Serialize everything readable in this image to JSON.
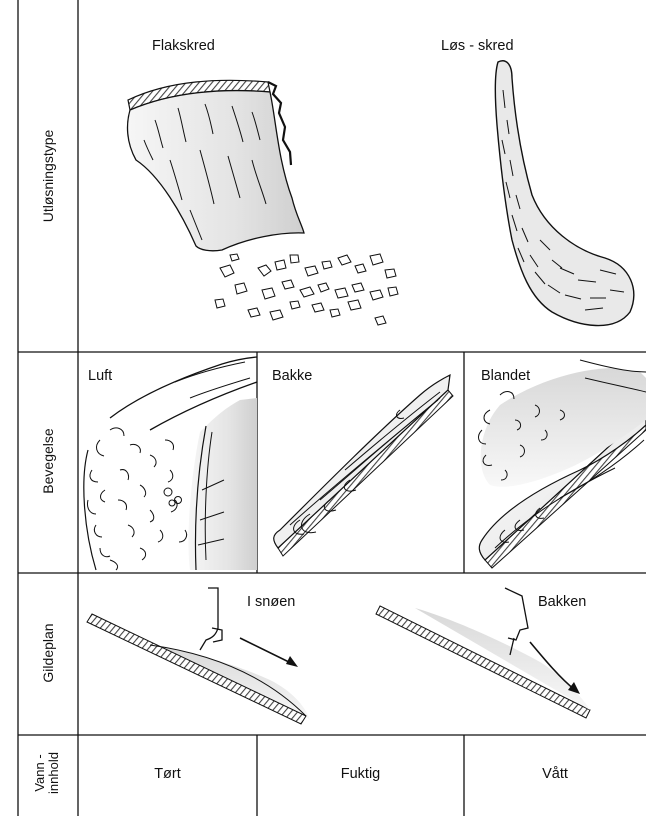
{
  "rows": {
    "release_type": {
      "label": "Utløsningstype"
    },
    "movement": {
      "label": "Bevegelse"
    },
    "sliding_plane": {
      "label": "Gildeplan"
    },
    "water_content": {
      "label_line1": "Vann -",
      "label_line2": "innhold"
    }
  },
  "release_types": {
    "slab": "Flakskred",
    "loose": "Løs - skred"
  },
  "movement_types": {
    "air": "Luft",
    "ground": "Bakke",
    "mixed": "Blandet"
  },
  "sliding_planes": {
    "in_snow": "I snøen",
    "ground": "Bakken"
  },
  "water_content_values": {
    "dry": "Tørt",
    "moist": "Fuktig",
    "wet": "Vått"
  },
  "colors": {
    "line": "#111111",
    "fill_light": "#ededed",
    "fill_mid": "#d4d4d4",
    "hatch": "#444444"
  }
}
